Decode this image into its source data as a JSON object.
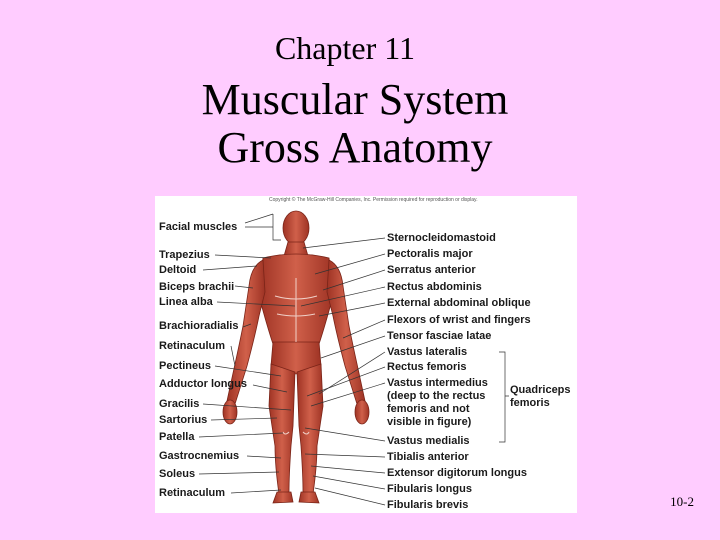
{
  "slide": {
    "chapter": "Chapter 11",
    "title_line1": "Muscular System",
    "title_line2": "Gross Anatomy",
    "page_number": "10-2"
  },
  "figure": {
    "copyright": "Copyright © The McGraw-Hill Companies, Inc. Permission required for reproduction or display.",
    "left_labels": [
      "Facial muscles",
      "Trapezius",
      "Deltoid",
      "Biceps brachii",
      "Linea alba",
      "Brachioradialis",
      "Retinaculum",
      "Pectineus",
      "Adductor longus",
      "Gracilis",
      "Sartorius",
      "Patella",
      "Gastrocnemius",
      "Soleus",
      "Retinaculum"
    ],
    "right_labels": [
      "Sternocleidomastoid",
      "Pectoralis major",
      "Serratus anterior",
      "Rectus abdominis",
      "External abdominal oblique",
      "Flexors of wrist and fingers",
      "Tensor fasciae latae",
      "Vastus lateralis",
      "Rectus femoris",
      "Vastus intermedius (deep to the rectus femoris and not visible in figure)",
      "Vastus medialis",
      "Tibialis anterior",
      "Extensor digitorum longus",
      "Fibularis longus",
      "Fibularis brevis"
    ],
    "group_label": "Quadriceps femoris"
  }
}
